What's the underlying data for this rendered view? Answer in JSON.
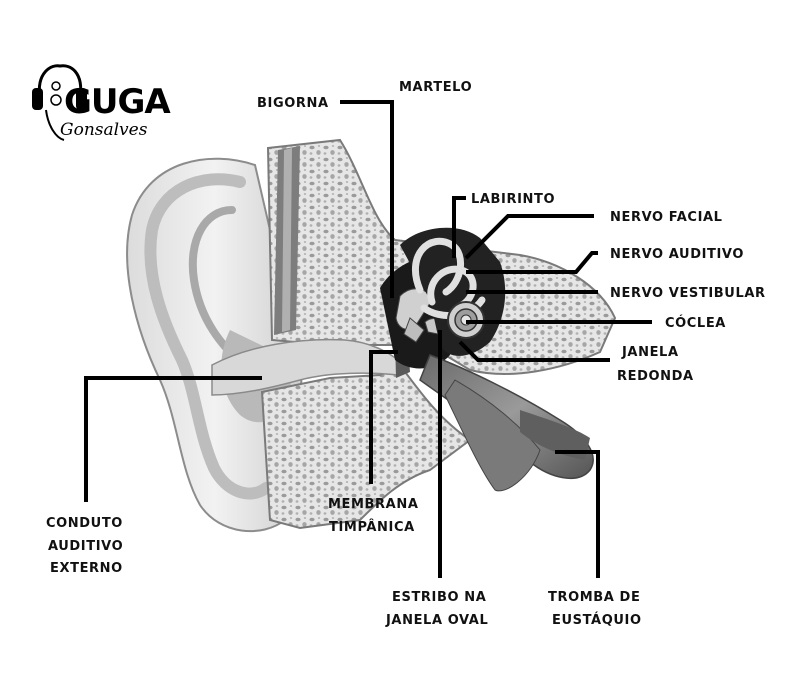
{
  "logo": {
    "name": "GUGA",
    "subname": "Gonsalves",
    "icon": "headphones-icon"
  },
  "labels": {
    "martelo": "MARTELO",
    "bigorna": "BIGORNA",
    "labirinto": "LABIRINTO",
    "nervo_facial": "NERVO FACIAL",
    "nervo_auditivo": "NERVO AUDITIVO",
    "nervo_vestibular": "NERVO VESTIBULAR",
    "coclea": "CÓCLEA",
    "janela_redonda": [
      "JANELA",
      "REDONDA"
    ],
    "conduto_auditivo_externo": [
      "CONDUTO",
      "AUDITIVO",
      "EXTERNO"
    ],
    "membrana_timpanica": [
      "MEMBRANA",
      "TIMPÂNICA"
    ],
    "estribo_janela_oval": [
      "ESTRIBO NA",
      "JANELA OVAL"
    ],
    "tromba_eustaquio": [
      "TROMBA DE",
      "EUSTÁQUIO"
    ]
  }
}
